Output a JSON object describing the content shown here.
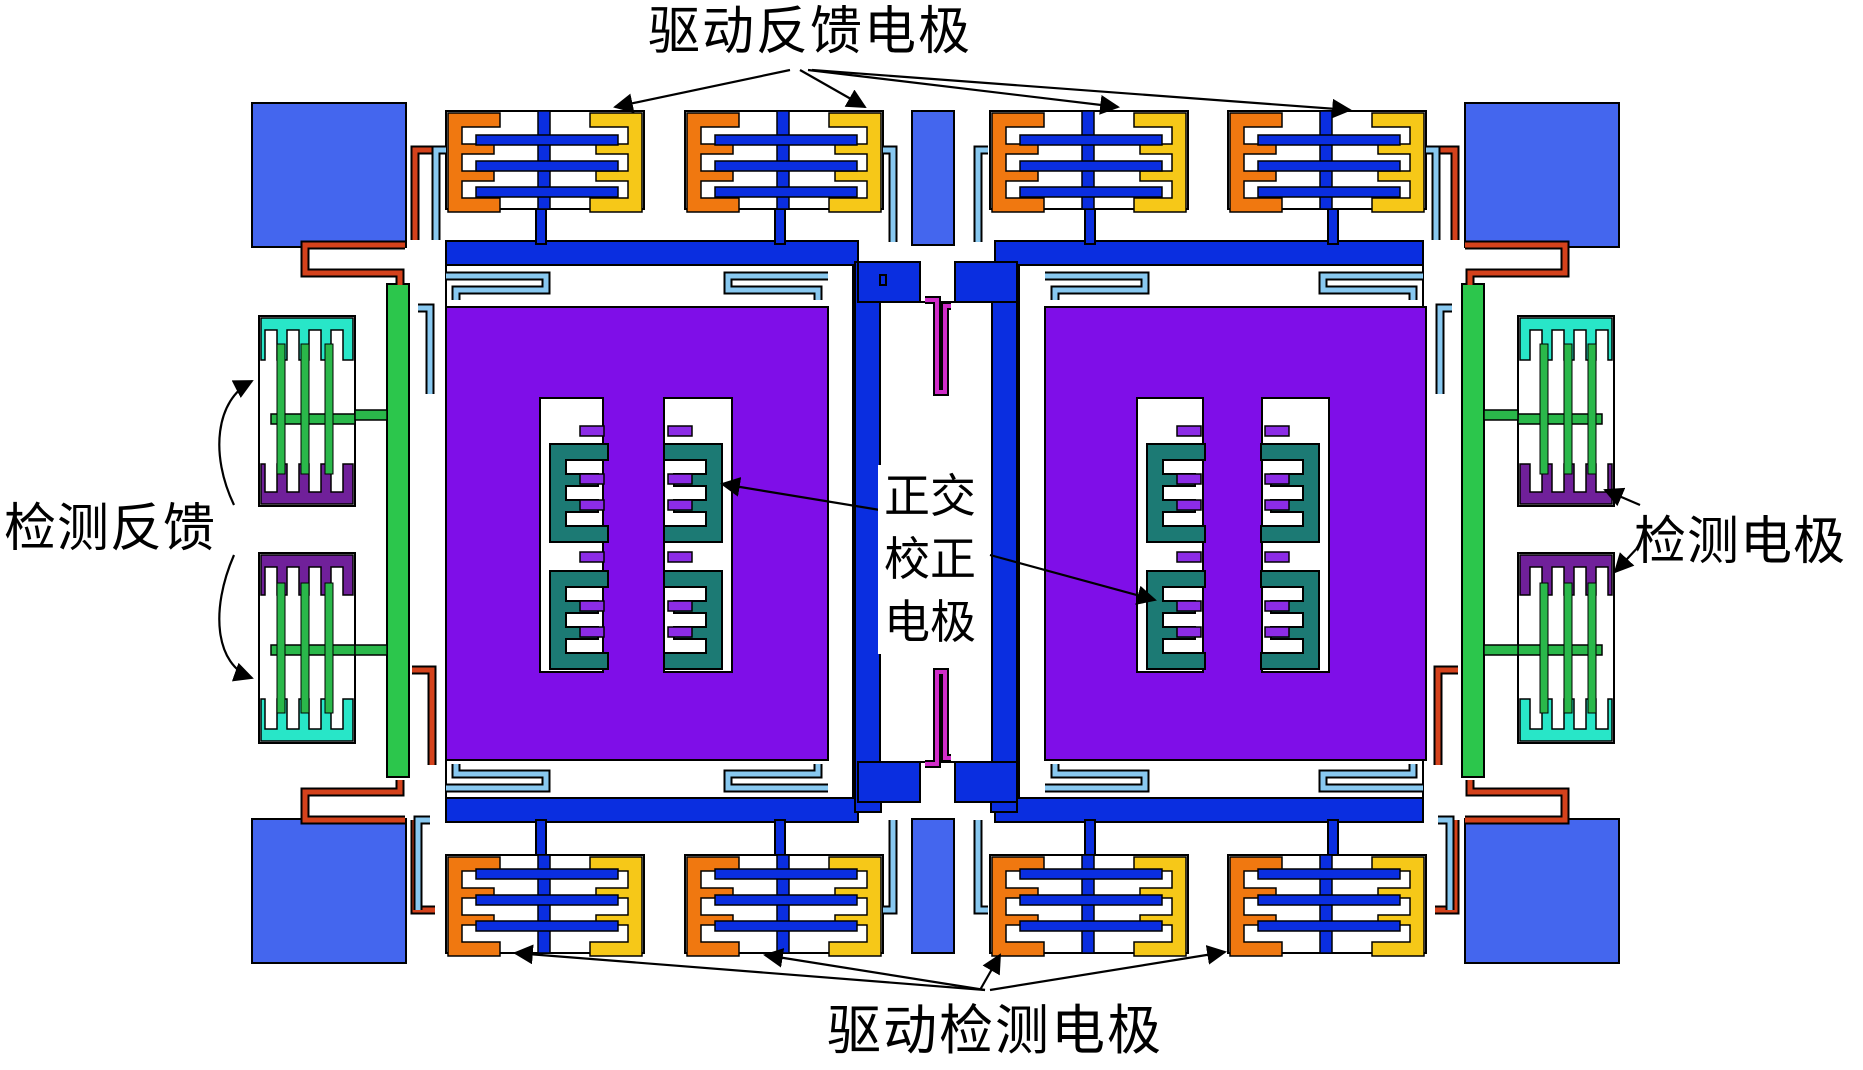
{
  "labels": {
    "drive_feedback": "驱动反馈电极",
    "drive_sense": "驱动检测电极",
    "sense_feedback": "检测反馈",
    "sense_electrode": "检测电极",
    "quad_line1": "正交",
    "quad_line2": "校正",
    "quad_line3": "电极"
  },
  "colors": {
    "anchor_pad": "#4466ee",
    "frame_beam": "#0a2ee0",
    "proof_mass": "#7f0ee8",
    "drive_comb_left": "#f07810",
    "drive_comb_right": "#f6c818",
    "sense_comb": "#28e6c8",
    "sense_comb_inner": "#2ab84a",
    "sense_bar": "#2cc64c",
    "sense_feedback_comb": "#70209a",
    "quad_comb": "#1c7a74",
    "quad_finger": "#8c2ce6",
    "spring_light": "#88c8f0",
    "spring_red": "#d4421c",
    "spring_magenta": "#d02cc8",
    "stroke": "#000000"
  }
}
